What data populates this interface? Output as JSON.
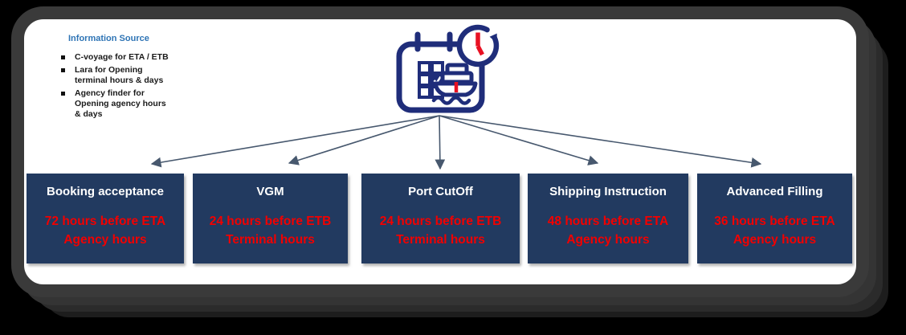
{
  "info_panel": {
    "title": "Information Source",
    "bullets": [
      "C-voyage for ETA / ETB",
      "Lara for Opening\nterminal hours & days",
      "Agency finder for\nOpening agency hours\n& days"
    ]
  },
  "icon": {
    "name": "calendar-ship-clock-icon"
  },
  "milestones": [
    {
      "title": "Booking acceptance",
      "line1": "72 hours before ETA",
      "line2": "Agency hours"
    },
    {
      "title": "VGM",
      "line1": "24 hours before ETB",
      "line2": "Terminal hours"
    },
    {
      "title": "Port CutOff",
      "line1": "24 hours before ETB",
      "line2": "Terminal hours"
    },
    {
      "title": "Shipping Instruction",
      "line1": "48 hours before ETA",
      "line2": "Agency hours"
    },
    {
      "title": "Advanced Filling",
      "line1": "36 hours before ETA",
      "line2": "Agency hours"
    }
  ],
  "colors": {
    "box_navy": "#223A60",
    "icon_navy": "#1F2D7A",
    "alert_red": "#F20000",
    "icon_red": "#E81123",
    "heading_blue": "#2E74B5",
    "arrow_slate": "#47586E",
    "frame_gray": "#3A3A3A"
  }
}
